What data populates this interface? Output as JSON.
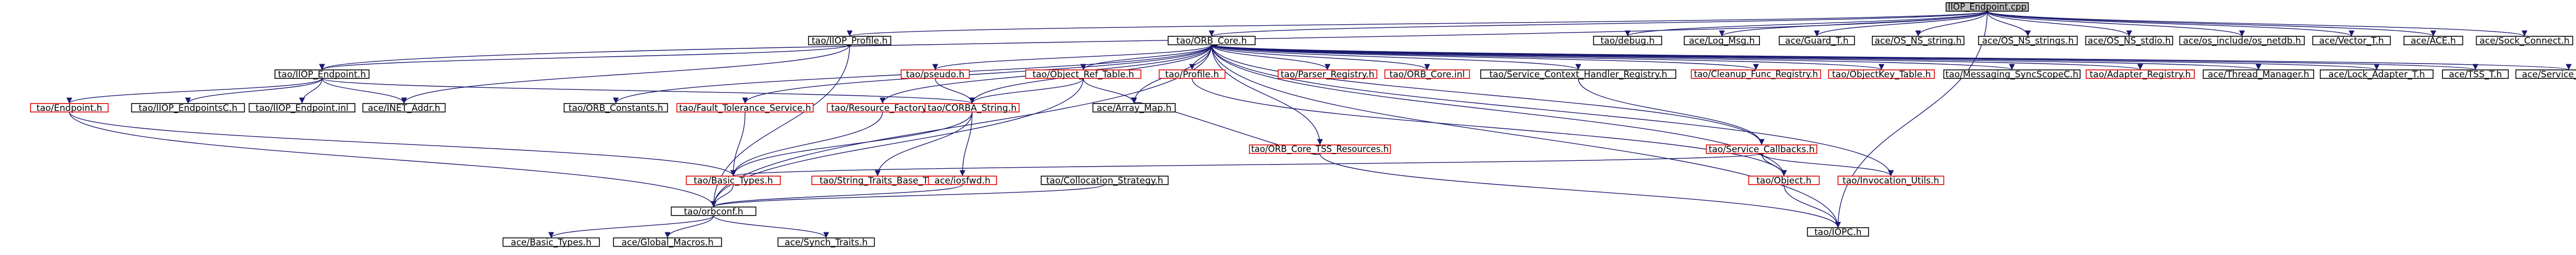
{
  "diagram": {
    "type": "include-dependency-graph",
    "root": "IIOP_Endpoint.cpp",
    "colors": {
      "edge": "#191970",
      "documented_border": "#000000",
      "undocumented_border": "#e00000",
      "root_fill": "#bfbfbf"
    },
    "nodes": [
      {
        "id": "iiop_endpoint_cpp",
        "label": "IIOP_Endpoint.cpp",
        "kind": "root"
      },
      {
        "id": "iiop_profile_h",
        "label": "tao/IIOP_Profile.h",
        "kind": "documented"
      },
      {
        "id": "orb_core_h",
        "label": "tao/ORB_Core.h",
        "kind": "documented"
      },
      {
        "id": "debug_h",
        "label": "tao/debug.h",
        "kind": "documented"
      },
      {
        "id": "log_msg_h",
        "label": "ace/Log_Msg.h",
        "kind": "documented"
      },
      {
        "id": "guard_t_h",
        "label": "ace/Guard_T.h",
        "kind": "documented"
      },
      {
        "id": "os_ns_string_h",
        "label": "ace/OS_NS_string.h",
        "kind": "documented"
      },
      {
        "id": "os_ns_strings_h",
        "label": "ace/OS_NS_strings.h",
        "kind": "documented"
      },
      {
        "id": "os_ns_stdio_h",
        "label": "ace/OS_NS_stdio.h",
        "kind": "documented"
      },
      {
        "id": "netdb_h",
        "label": "ace/os_include/os_netdb.h",
        "kind": "documented"
      },
      {
        "id": "vector_t_h",
        "label": "ace/Vector_T.h",
        "kind": "documented"
      },
      {
        "id": "ace_h",
        "label": "ace/ACE.h",
        "kind": "documented"
      },
      {
        "id": "sock_connect_h",
        "label": "ace/Sock_Connect.h",
        "kind": "documented"
      },
      {
        "id": "iiop_endpoint_h",
        "label": "tao/IIOP_Endpoint.h",
        "kind": "documented"
      },
      {
        "id": "pseudo_h",
        "label": "tao/pseudo.h",
        "kind": "undocumented"
      },
      {
        "id": "object_ref_table_h",
        "label": "tao/Object_Ref_Table.h",
        "kind": "undocumented"
      },
      {
        "id": "profile_h",
        "label": "tao/Profile.h",
        "kind": "undocumented"
      },
      {
        "id": "parser_registry_h",
        "label": "tao/Parser_Registry.h",
        "kind": "undocumented"
      },
      {
        "id": "orb_core_inl",
        "label": "tao/ORB_Core.inl",
        "kind": "undocumented"
      },
      {
        "id": "scch_registry_h",
        "label": "tao/Service_Context_Handler_Registry.h",
        "kind": "documented"
      },
      {
        "id": "cleanup_func_registry_h",
        "label": "tao/Cleanup_Func_Registry.h",
        "kind": "undocumented"
      },
      {
        "id": "objectkey_table_h",
        "label": "tao/ObjectKey_Table.h",
        "kind": "undocumented"
      },
      {
        "id": "messaging_syncscope_h",
        "label": "tao/Messaging_SyncScopeC.h",
        "kind": "documented"
      },
      {
        "id": "adapter_registry_h",
        "label": "tao/Adapter_Registry.h",
        "kind": "undocumented"
      },
      {
        "id": "thread_manager_h",
        "label": "ace/Thread_Manager.h",
        "kind": "documented"
      },
      {
        "id": "lock_adapter_h",
        "label": "ace/Lock_Adapter_T.h",
        "kind": "documented"
      },
      {
        "id": "tss_t_h",
        "label": "ace/TSS_T.h",
        "kind": "documented"
      },
      {
        "id": "service_config_h",
        "label": "ace/Service_Config.h",
        "kind": "documented"
      },
      {
        "id": "endpoint_h",
        "label": "tao/Endpoint.h",
        "kind": "undocumented"
      },
      {
        "id": "iiop_endpointsc_h",
        "label": "tao/IIOP_EndpointsC.h",
        "kind": "documented"
      },
      {
        "id": "iiop_endpoint_inl",
        "label": "tao/IIOP_Endpoint.inl",
        "kind": "documented"
      },
      {
        "id": "inet_addr_h",
        "label": "ace/INET_Addr.h",
        "kind": "documented"
      },
      {
        "id": "orb_constants_h",
        "label": "tao/ORB_Constants.h",
        "kind": "documented"
      },
      {
        "id": "fault_tolerance_service_h",
        "label": "tao/Fault_Tolerance_Service.h",
        "kind": "undocumented"
      },
      {
        "id": "resource_factory_h",
        "label": "tao/Resource_Factory.h",
        "kind": "undocumented"
      },
      {
        "id": "corba_string_h",
        "label": "tao/CORBA_String.h",
        "kind": "undocumented"
      },
      {
        "id": "array_map_h",
        "label": "ace/Array_Map.h",
        "kind": "documented"
      },
      {
        "id": "orb_core_tss_resources_h",
        "label": "tao/ORB_Core_TSS_Resources.h",
        "kind": "undocumented"
      },
      {
        "id": "service_callbacks_h",
        "label": "tao/Service_Callbacks.h",
        "kind": "undocumented"
      },
      {
        "id": "basic_types_h",
        "label": "tao/Basic_Types.h",
        "kind": "undocumented"
      },
      {
        "id": "string_traits_base_h",
        "label": "tao/String_Traits_Base_T.h",
        "kind": "undocumented"
      },
      {
        "id": "iosfwd_h",
        "label": "ace/iosfwd.h",
        "kind": "undocumented"
      },
      {
        "id": "collocation_strategy_h",
        "label": "tao/Collocation_Strategy.h",
        "kind": "documented"
      },
      {
        "id": "object_h",
        "label": "tao/Object.h",
        "kind": "undocumented"
      },
      {
        "id": "invocation_utils_h",
        "label": "tao/Invocation_Utils.h",
        "kind": "undocumented"
      },
      {
        "id": "orbconf_h",
        "label": "tao/orbconf.h",
        "kind": "documented"
      },
      {
        "id": "iopc_h",
        "label": "tao/IOPC.h",
        "kind": "documented"
      },
      {
        "id": "ace_basic_types_h",
        "label": "ace/Basic_Types.h",
        "kind": "documented"
      },
      {
        "id": "global_macros_h",
        "label": "ace/Global_Macros.h",
        "kind": "documented"
      },
      {
        "id": "synch_traits_h",
        "label": "ace/Synch_Traits.h",
        "kind": "documented"
      }
    ],
    "edges": [
      [
        "iiop_endpoint_cpp",
        "iiop_profile_h"
      ],
      [
        "iiop_endpoint_cpp",
        "orb_core_h"
      ],
      [
        "iiop_endpoint_cpp",
        "debug_h"
      ],
      [
        "iiop_endpoint_cpp",
        "log_msg_h"
      ],
      [
        "iiop_endpoint_cpp",
        "guard_t_h"
      ],
      [
        "iiop_endpoint_cpp",
        "os_ns_string_h"
      ],
      [
        "iiop_endpoint_cpp",
        "os_ns_strings_h"
      ],
      [
        "iiop_endpoint_cpp",
        "os_ns_stdio_h"
      ],
      [
        "iiop_endpoint_cpp",
        "netdb_h"
      ],
      [
        "iiop_endpoint_cpp",
        "vector_t_h"
      ],
      [
        "iiop_endpoint_cpp",
        "ace_h"
      ],
      [
        "iiop_endpoint_cpp",
        "sock_connect_h"
      ],
      [
        "iiop_endpoint_cpp",
        "iiop_endpoint_h"
      ],
      [
        "iiop_endpoint_cpp",
        "iopc_h"
      ],
      [
        "iiop_profile_h",
        "iiop_endpoint_h"
      ],
      [
        "iiop_profile_h",
        "inet_addr_h"
      ],
      [
        "iiop_profile_h",
        "orbconf_h"
      ],
      [
        "orb_core_h",
        "pseudo_h"
      ],
      [
        "orb_core_h",
        "object_ref_table_h"
      ],
      [
        "orb_core_h",
        "profile_h"
      ],
      [
        "orb_core_h",
        "parser_registry_h"
      ],
      [
        "orb_core_h",
        "orb_core_inl"
      ],
      [
        "orb_core_h",
        "scch_registry_h"
      ],
      [
        "orb_core_h",
        "cleanup_func_registry_h"
      ],
      [
        "orb_core_h",
        "objectkey_table_h"
      ],
      [
        "orb_core_h",
        "messaging_syncscope_h"
      ],
      [
        "orb_core_h",
        "adapter_registry_h"
      ],
      [
        "orb_core_h",
        "thread_manager_h"
      ],
      [
        "orb_core_h",
        "lock_adapter_h"
      ],
      [
        "orb_core_h",
        "tss_t_h"
      ],
      [
        "orb_core_h",
        "service_config_h"
      ],
      [
        "orb_core_h",
        "orb_constants_h"
      ],
      [
        "orb_core_h",
        "fault_tolerance_service_h"
      ],
      [
        "orb_core_h",
        "resource_factory_h"
      ],
      [
        "orb_core_h",
        "corba_string_h"
      ],
      [
        "orb_core_h",
        "array_map_h"
      ],
      [
        "orb_core_h",
        "orb_core_tss_resources_h"
      ],
      [
        "orb_core_h",
        "service_callbacks_h"
      ],
      [
        "orb_core_h",
        "object_h"
      ],
      [
        "orb_core_h",
        "invocation_utils_h"
      ],
      [
        "orb_core_h",
        "iopc_h"
      ],
      [
        "orb_core_h",
        "orbconf_h"
      ],
      [
        "iiop_endpoint_h",
        "endpoint_h"
      ],
      [
        "iiop_endpoint_h",
        "iiop_endpointsc_h"
      ],
      [
        "iiop_endpoint_h",
        "iiop_endpoint_inl"
      ],
      [
        "iiop_endpoint_h",
        "inet_addr_h"
      ],
      [
        "iiop_endpoint_h",
        "corba_string_h"
      ],
      [
        "endpoint_h",
        "basic_types_h"
      ],
      [
        "endpoint_h",
        "orbconf_h"
      ],
      [
        "pseudo_h",
        "corba_string_h"
      ],
      [
        "object_ref_table_h",
        "corba_string_h"
      ],
      [
        "object_ref_table_h",
        "array_map_h"
      ],
      [
        "object_ref_table_h",
        "orbconf_h"
      ],
      [
        "profile_h",
        "object_h"
      ],
      [
        "scch_registry_h",
        "service_callbacks_h"
      ],
      [
        "orb_core_tss_resources_h",
        "array_map_h"
      ],
      [
        "orb_core_tss_resources_h",
        "iopc_h"
      ],
      [
        "fault_tolerance_service_h",
        "basic_types_h"
      ],
      [
        "resource_factory_h",
        "basic_types_h"
      ],
      [
        "corba_string_h",
        "basic_types_h"
      ],
      [
        "corba_string_h",
        "string_traits_base_h"
      ],
      [
        "corba_string_h",
        "iosfwd_h"
      ],
      [
        "service_callbacks_h",
        "basic_types_h"
      ],
      [
        "service_callbacks_h",
        "object_h"
      ],
      [
        "service_callbacks_h",
        "invocation_utils_h"
      ],
      [
        "object_h",
        "iopc_h"
      ],
      [
        "basic_types_h",
        "orbconf_h"
      ],
      [
        "iosfwd_h",
        "orbconf_h"
      ],
      [
        "collocation_strategy_h",
        "orbconf_h"
      ],
      [
        "orbconf_h",
        "ace_basic_types_h"
      ],
      [
        "orbconf_h",
        "global_macros_h"
      ],
      [
        "orbconf_h",
        "synch_traits_h"
      ]
    ]
  }
}
